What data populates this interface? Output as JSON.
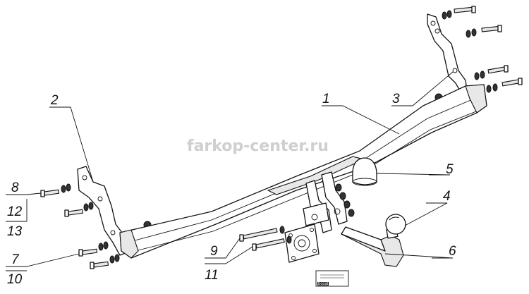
{
  "watermark": "farkop-center.ru",
  "plate_brand": "bosal",
  "callouts": {
    "c1": "1",
    "c2": "2",
    "c3": "3",
    "c4": "4",
    "c5": "5",
    "c6": "6",
    "c7": "7",
    "c8": "8",
    "c9": "9",
    "c10": "10",
    "c11": "11",
    "c12": "12",
    "c13": "13"
  }
}
